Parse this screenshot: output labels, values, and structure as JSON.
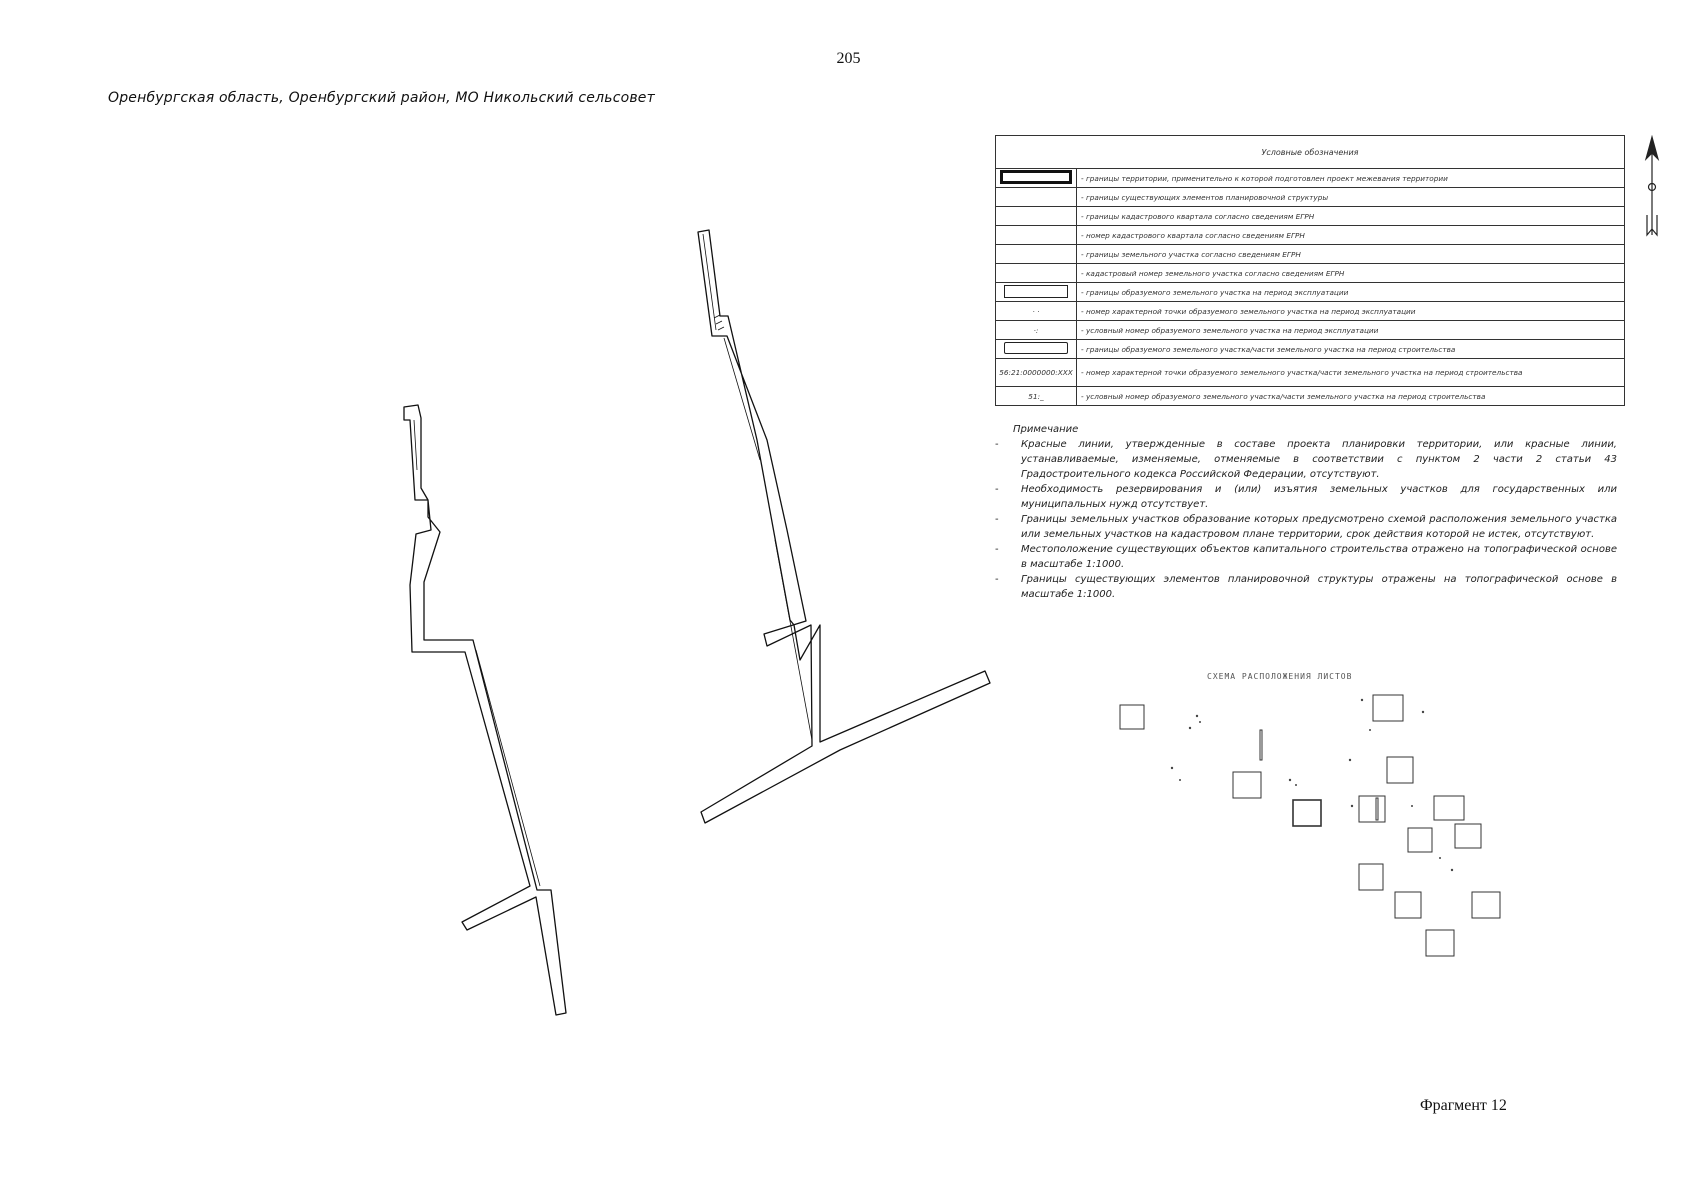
{
  "page_number": "205",
  "region_title": "Оренбургская область, Оренбургский район, МО Никольский сельсовет",
  "legend": {
    "title": "Условные обозначения",
    "rows": [
      {
        "symbol": "thick-rect",
        "text": "- границы территории, применительно к которой подготовлен проект межевания территории"
      },
      {
        "symbol": "none",
        "text": "- границы существующих элементов планировочной структуры"
      },
      {
        "symbol": "none",
        "text": "- границы кадастрового квартала согласно сведениям ЕГРН"
      },
      {
        "symbol": "none",
        "text": "- номер кадастрового квартала согласно сведениям ЕГРН"
      },
      {
        "symbol": "none",
        "text": "- границы земельного участка согласно сведениям ЕГРН"
      },
      {
        "symbol": "none",
        "text": "- кадастровый номер земельного участка согласно сведениям ЕГРН"
      },
      {
        "symbol": "thin-rect",
        "text": "- границы образуемого земельного участка на период эксплуатации"
      },
      {
        "symbol": "label-small",
        "label": "·  ·",
        "text": "- номер характерной точки образуемого земельного участка на период эксплуатации"
      },
      {
        "symbol": "label-small",
        "label": "·:",
        "text": "- условный номер образуемого земельного участка на период эксплуатации"
      },
      {
        "symbol": "rounded-rect",
        "text": "- границы образуемого земельного участка/части земельного участка на период строительства"
      },
      {
        "symbol": "label-small",
        "label": "56:21:0000000:XXX",
        "text": "- номер характерной точки образуемого земельного участка/части земельного участка на период строительства"
      },
      {
        "symbol": "label-small",
        "label": "51:_",
        "text": "- условный номер образуемого земельного участка/части земельного участка на период строительства"
      }
    ]
  },
  "notes": {
    "title": "Примечание",
    "items": [
      "Красные линии, утвержденные в составе проекта планировки территории, или красные линии, устанавливаемые, изменяемые, отменяемые в соответствии с пунктом 2 части 2 статьи 43 Градостроительного кодекса Российской Федерации, отсутствуют.",
      "Необходимость резервирования и (или) изъятия земельных участков для государственных или муниципальных нужд отсутствует.",
      "Границы земельных участков образование которых предусмотрено схемой расположения земельного участка или земельных участков на кадастровом плане территории, срок действия которой не истек, отсутствуют.",
      "Местоположение существующих объектов капитального строительства отражено на топографической основе в масштабе 1:1000.",
      "Границы существующих элементов планировочной структуры отражены на топографической основе в масштабе 1:1000."
    ]
  },
  "scheme_title": "СХЕМА РАСПОЛОЖЕНИЯ ЛИСТОВ",
  "fragment_label": "Фрагмент 12",
  "colors": {
    "line": "#111111",
    "frame": "#222222",
    "faint": "#888888"
  }
}
